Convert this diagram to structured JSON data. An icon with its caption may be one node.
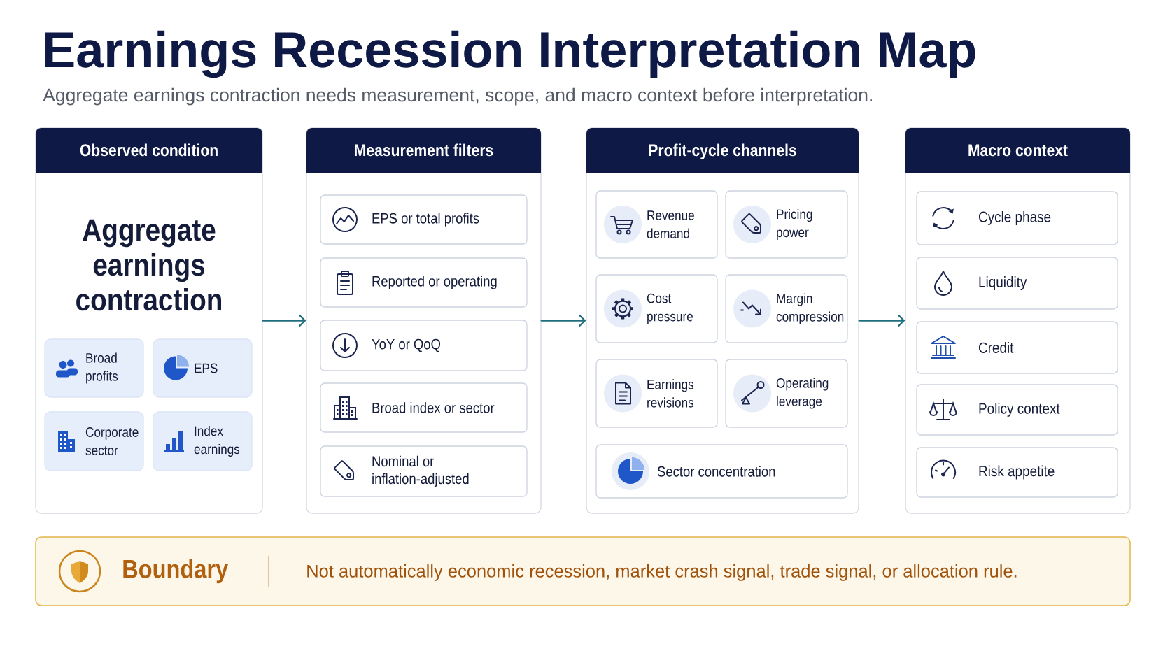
{
  "diagram": {
    "title": "Earnings Recession Interpretation Map",
    "caption": "Aggregate earnings contraction needs measurement, scope, and macro context before interpretation.",
    "nodes": [
      {
        "text": [
          "Observed condition",
          "Aggregate earnings contraction"
        ]
      },
      {
        "text": [
          "Broad profits"
        ],
        "in": 0
      },
      {
        "text": [
          "EPS"
        ],
        "in": 0
      },
      {
        "text": [
          "Corporate sector"
        ],
        "in": 0
      },
      {
        "text": [
          "Index earnings"
        ],
        "in": 0
      },
      {
        "text": [
          "Measurement filters"
        ]
      },
      {
        "text": [
          "EPS or total profits"
        ],
        "in": 5
      },
      {
        "text": [
          "Reported or operating"
        ],
        "in": 5
      },
      {
        "text": [
          "YoY or QoQ"
        ],
        "in": 5
      },
      {
        "text": [
          "Broad index or sector"
        ],
        "in": 5
      },
      {
        "text": [
          "Nominal or inflation-adjusted"
        ],
        "in": 5
      },
      {
        "text": [
          "Profit-cycle channels"
        ]
      },
      {
        "text": [
          "Revenue demand"
        ],
        "in": 11
      },
      {
        "text": [
          "Pricing power"
        ],
        "in": 11
      },
      {
        "text": [
          "Cost pressure"
        ],
        "in": 11
      },
      {
        "text": [
          "Margin compression"
        ],
        "in": 11
      },
      {
        "text": [
          "Earnings revisions"
        ],
        "in": 11
      },
      {
        "text": [
          "Operating leverage"
        ],
        "in": 11
      },
      {
        "text": [
          "Sector concentration"
        ],
        "in": 11
      },
      {
        "text": [
          "Macro context"
        ]
      },
      {
        "text": [
          "Cycle phase"
        ],
        "in": 19
      },
      {
        "text": [
          "Liquidity"
        ],
        "in": 19
      },
      {
        "text": [
          "Credit"
        ],
        "in": 19
      },
      {
        "text": [
          "Policy context"
        ],
        "in": 19
      },
      {
        "text": [
          "Risk appetite"
        ],
        "in": 19
      },
      {
        "text": [
          "Boundary",
          "Not automatically economic recession, market crash signal, trade signal, or allocation rule."
        ]
      }
    ],
    "edges": [
      {
        "from": 0,
        "to": 5,
        "arrow": "to"
      },
      {
        "from": 5,
        "to": 11,
        "arrow": "to"
      },
      {
        "from": 11,
        "to": 19,
        "arrow": "to"
      }
    ]
  }
}
